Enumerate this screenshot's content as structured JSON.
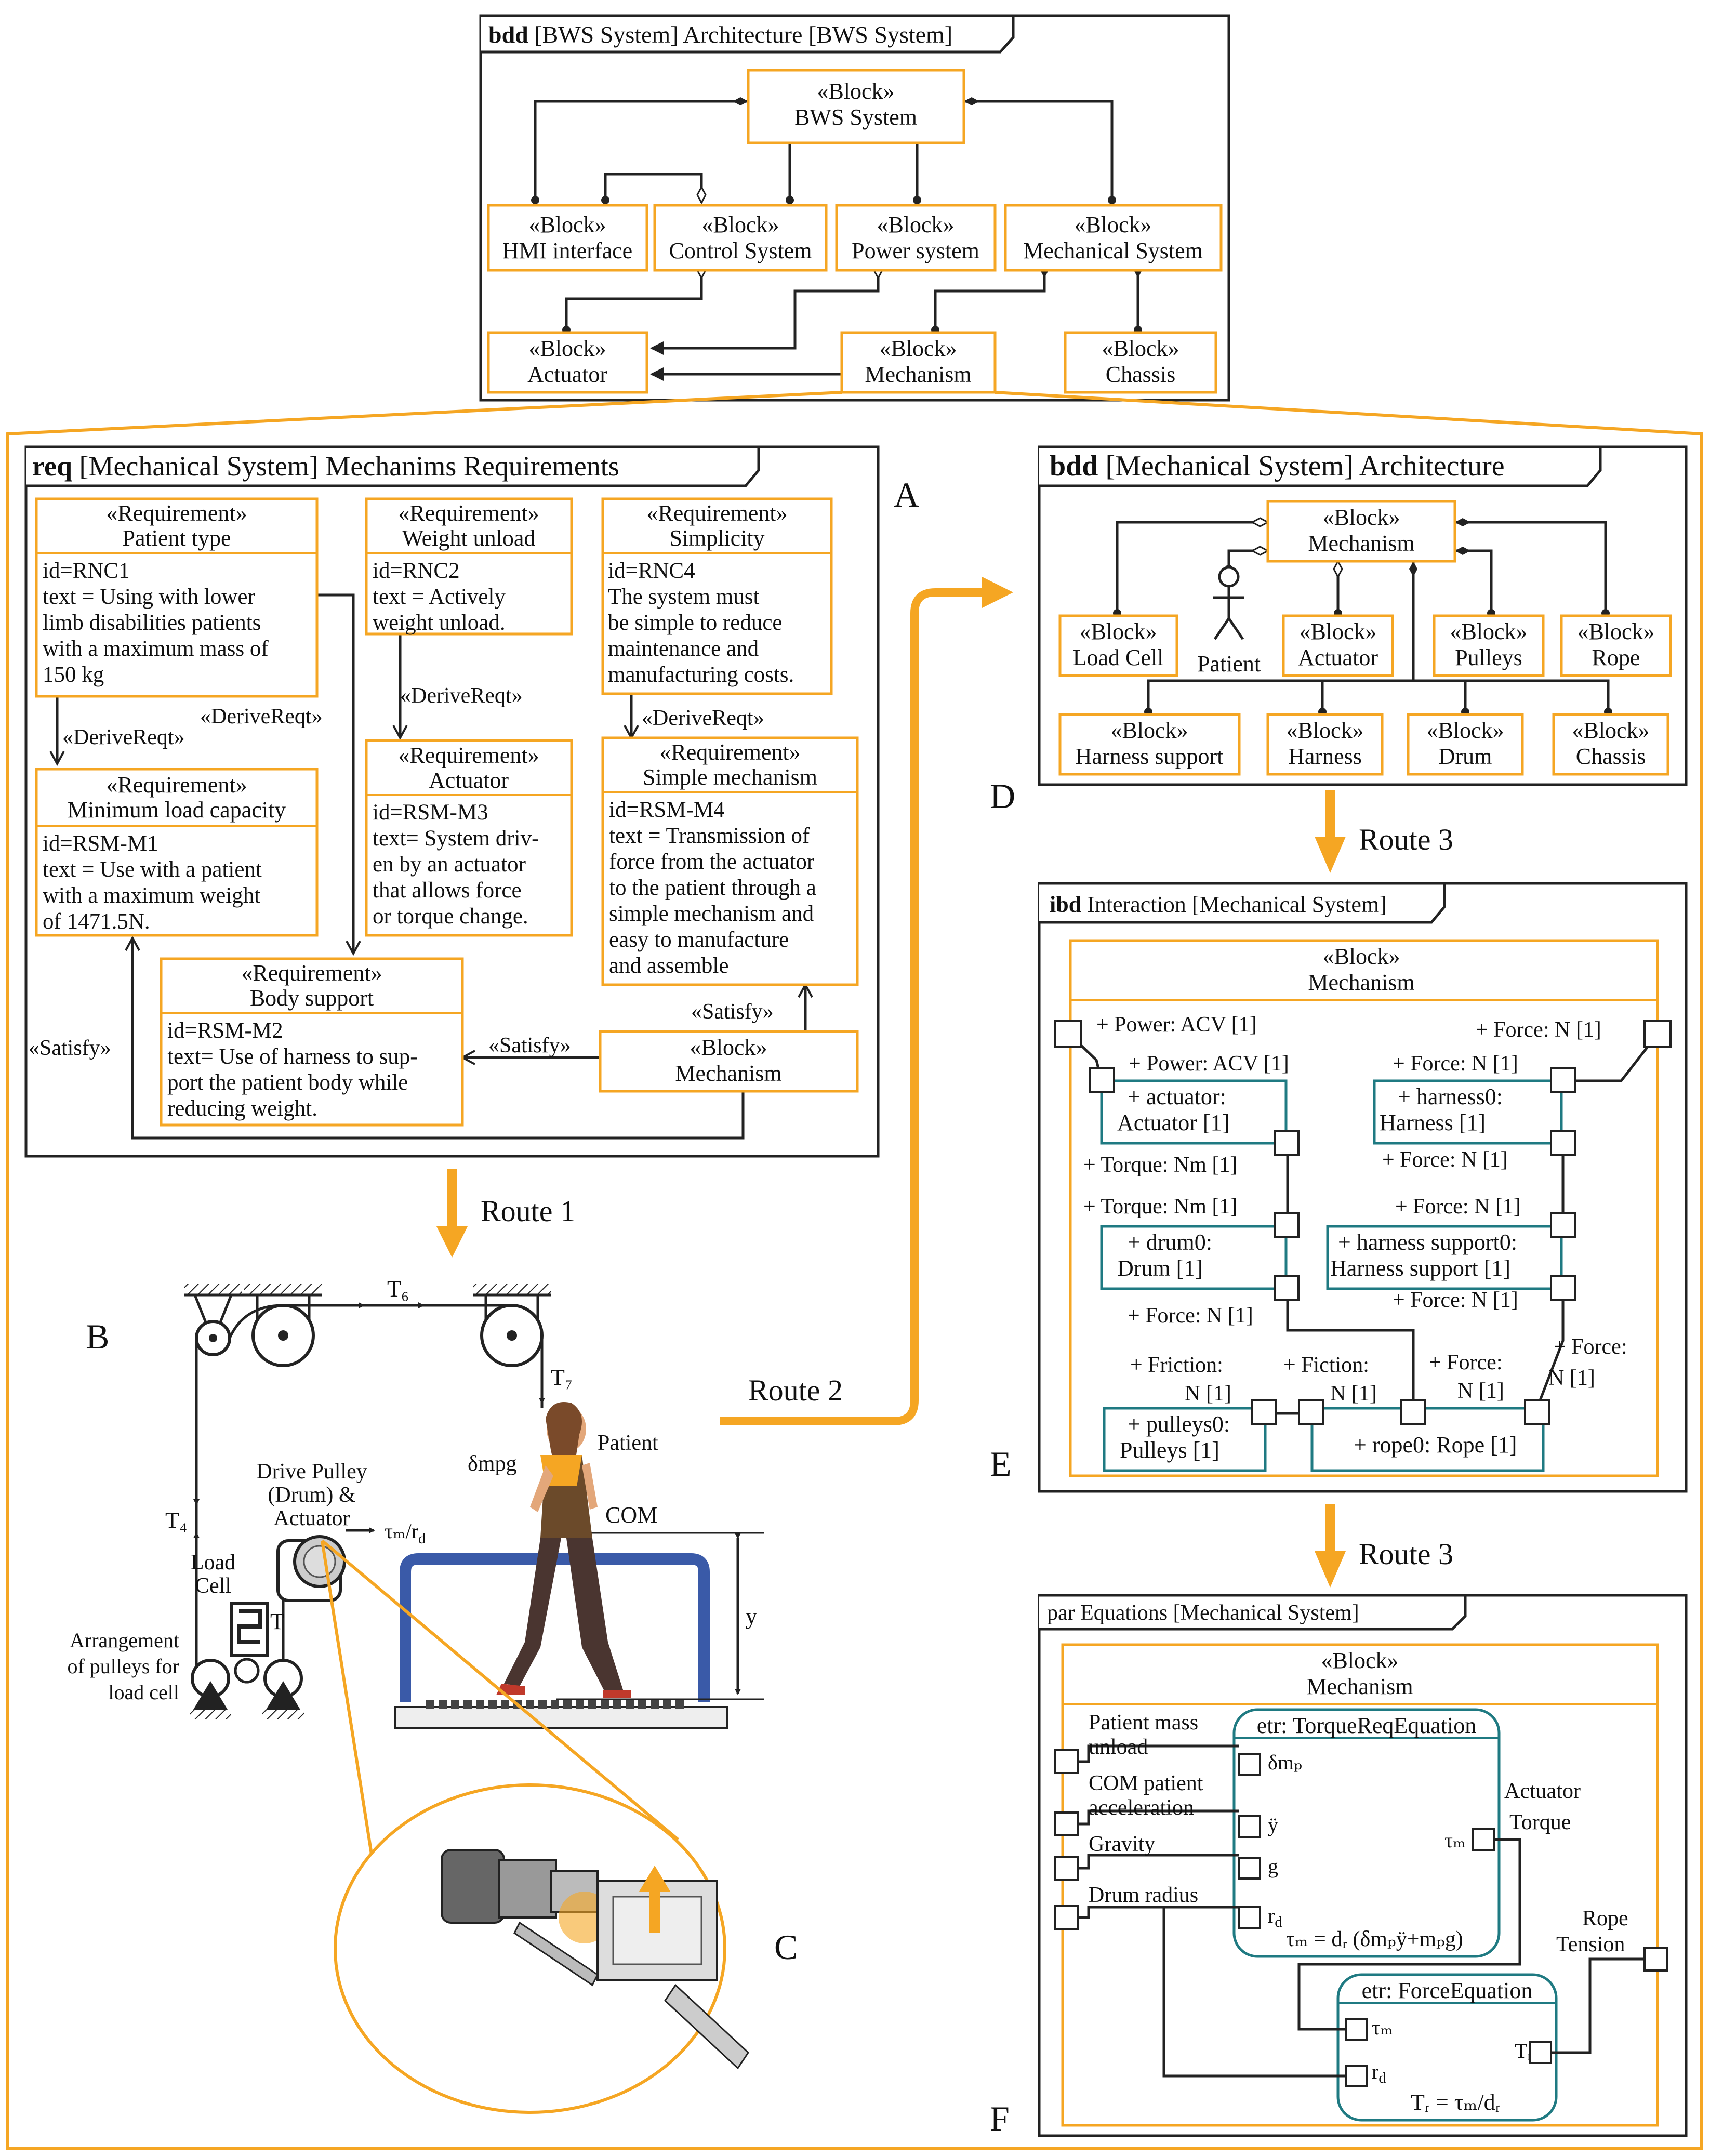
{
  "stereo": {
    "block": "«Block»",
    "requirement": "«Requirement»"
  },
  "top_bdd": {
    "tab_kw": "bdd",
    "tab_rest": "[BWS System] Architecture [BWS System]",
    "blocks": [
      {
        "id": "bws",
        "name": "BWS System"
      },
      {
        "id": "hmi",
        "name": "HMI interface"
      },
      {
        "id": "ctrl",
        "name": "Control System"
      },
      {
        "id": "pwr",
        "name": "Power system"
      },
      {
        "id": "mech",
        "name": "Mechanical System"
      },
      {
        "id": "act",
        "name": "Actuator"
      },
      {
        "id": "mechanism",
        "name": "Mechanism"
      },
      {
        "id": "chassis",
        "name": "Chassis"
      }
    ]
  },
  "req": {
    "tab_kw": "req",
    "tab_rest": "[Mechanical System] Mechanims Requirements",
    "label": "A",
    "items": [
      {
        "name": "Patient type",
        "lines": [
          "id=RNC1",
          "text = Using with lower",
          "limb disabilities patients",
          "with a maximum mass of",
          "150 kg"
        ]
      },
      {
        "name": "Weight unload",
        "lines": [
          "id=RNC2",
          "text  =  Actively",
          "weight unload."
        ]
      },
      {
        "name": "Simplicity",
        "lines": [
          "id=RNC4",
          "The  system  must",
          "be simple to reduce",
          "maintenance      and",
          "manufacturing costs."
        ]
      },
      {
        "name": "Minimum load capacity",
        "lines": [
          "id=RSM-M1",
          "text = Use with a patient",
          "with a maximum weight",
          "of 1471.5N."
        ]
      },
      {
        "name": "Actuator",
        "lines": [
          "id=RSM-M3",
          "text= System driv-",
          "en by an actuator",
          "that  allows  force",
          "or torque change."
        ]
      },
      {
        "name": "Simple mechanism",
        "lines": [
          "id=RSM-M4",
          "text = Transmission of",
          "force from the actuator",
          "to the patient through a",
          "simple mechanism and",
          "easy  to  manufacture",
          "and assemble"
        ]
      },
      {
        "name": "Body support",
        "lines": [
          "id=RSM-M2",
          "text= Use of harness to sup-",
          "port the patient body while",
          "reducing weight."
        ]
      }
    ],
    "mechanism_name": "Mechanism",
    "derive_label": "«DeriveReqt»",
    "satisfy_label": "«Satisfy»"
  },
  "routes": {
    "r1": "Route 1",
    "r2": "Route 2",
    "r3a": "Route 3",
    "r3b": "Route 3"
  },
  "panel_b": {
    "label": "B",
    "t6": "T₆",
    "t7": "T₇",
    "t4": "T₄",
    "t": "T",
    "patient": "Patient",
    "dmpg": "δmpg",
    "com": "COM",
    "y": "y",
    "drive_lines": [
      "Drive Pulley",
      "(Drum) &",
      "Actuator"
    ],
    "taum": "τₘ/r",
    "taum_sub": "d",
    "load_lines": [
      "Load",
      "Cell"
    ],
    "arr_lines": [
      "Arrangement",
      "of pulleys for",
      "load cell"
    ]
  },
  "panel_c": {
    "label": "C"
  },
  "bdd_mech": {
    "label": "D",
    "tab_kw": "bdd",
    "tab_rest": "[Mechanical System] Architecture",
    "mechanism": "Mechanism",
    "patient": "Patient",
    "blocks": [
      "Load Cell",
      "Actuator",
      "Pulleys",
      "Rope",
      "Harness support",
      "Harness",
      "Drum",
      "Chassis"
    ]
  },
  "ibd": {
    "label": "E",
    "tab_kw": "ibd",
    "tab_rest": "Interaction [Mechanical System]",
    "mechanism": "Mechanism",
    "parts": {
      "actuator": [
        "+ actuator:",
        "Actuator [1]"
      ],
      "harness0": [
        "+ harness0:",
        "Harness [1]"
      ],
      "drum0": [
        "+ drum0:",
        "Drum [1]"
      ],
      "hsupport": [
        "+ harness support0:",
        "Harness support [1]"
      ],
      "pulleys0": [
        "+ pulleys0:",
        "Pulleys [1]"
      ],
      "rope0": [
        "+ rope0: Rope [1]"
      ]
    },
    "ports": {
      "power_outer": "+ Power: ACV [1]",
      "power_inner": "+ Power: ACV [1]",
      "force_outer": "+ Force: N [1]",
      "force_inner": "+ Force: N [1]",
      "force_h_out": "+ Force: N [1]",
      "torque1": "+ Torque: Nm [1]",
      "torque2": "+ Torque: Nm [1]",
      "force_hs_top": "+ Force: N [1]",
      "force_hs_bot": "+ Force: N [1]",
      "force_drum": "+ Force: N [1]",
      "friction1": [
        "+ Friction:",
        "N [1]"
      ],
      "friction2": [
        "+ Fiction:",
        "N [1]"
      ],
      "force_r1": [
        "+ Force:",
        "N [1]"
      ],
      "force_r2": [
        "+ Force:",
        "N [1]"
      ]
    }
  },
  "par": {
    "label": "F",
    "tab": "par Equations [Mechanical System]",
    "mechanism": "Mechanism",
    "torque_eq_title": "etr: TorqueReqEquation",
    "force_eq_title": "etr: ForceEquation",
    "inputs": [
      [
        "Patient mass",
        "unload"
      ],
      [
        "COM patient",
        "acceleration"
      ],
      [
        "Gravity"
      ],
      [
        "Drum radius"
      ]
    ],
    "params": {
      "dmp": "δmₚ",
      "ydd": "ÿ",
      "g": "g",
      "rd": "r",
      "rd_sub": "d",
      "taum": "τₘ",
      "taum2": "τₘ",
      "rd2": "r",
      "rd2_sub": "d",
      "tr": "Tᵣ"
    },
    "actuator_torque": [
      "Actuator",
      "Torque"
    ],
    "rope_tension": [
      "Rope",
      "Tension"
    ],
    "eq1": "τₘ = dᵣ  (δmₚÿ+mₚg)",
    "eq2": "Tᵣ = τₘ/dᵣ"
  }
}
